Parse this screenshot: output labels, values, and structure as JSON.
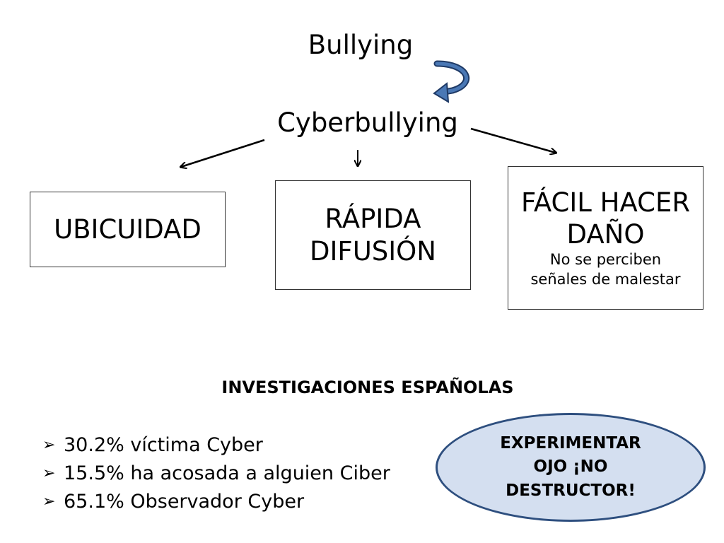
{
  "top_title": "Bullying",
  "main_title": "Cyberbullying",
  "boxes": {
    "ubicuidad": "UBICUIDAD",
    "rapida": [
      "RÁPIDA",
      "DIFUSIÓN"
    ],
    "facil": [
      "FÁCIL HACER",
      "DAÑO"
    ],
    "facil_note": [
      "No se perciben",
      "señales de malestar"
    ]
  },
  "section_heading": "INVESTIGACIONES ESPAÑOLAS",
  "stats": [
    " 30.2% víctima Cyber",
    "15.5% ha acosada a alguien Ciber",
    "65.1% Observador Cyber"
  ],
  "callout": [
    "EXPERIMENTAR",
    "OJO ¡NO",
    "DESTRUCTOR!"
  ],
  "colors": {
    "arrow_blue": "#2e4f7f",
    "oval_fill": "#d4dff0"
  }
}
